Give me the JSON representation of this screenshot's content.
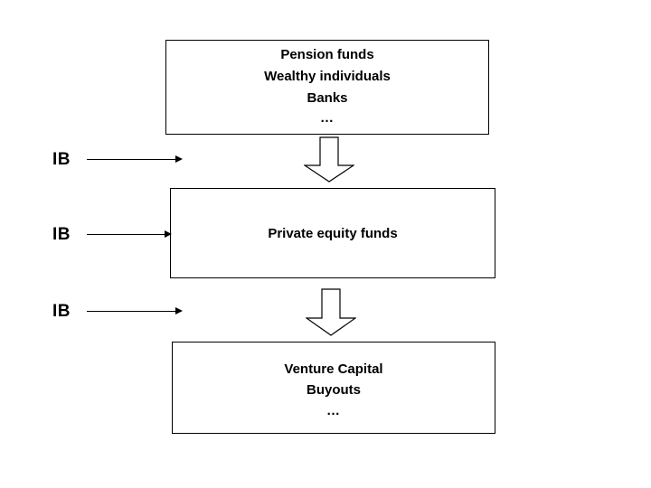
{
  "diagram": {
    "title": "Private equity fund structure flow",
    "background_color": "#ffffff",
    "line_color": "#000000"
  },
  "boxes": [
    {
      "id": "investors",
      "name": "investors-box",
      "lines": [
        "Pension funds",
        "Wealthy individuals",
        "Banks"
      ],
      "ellipsis": "…"
    },
    {
      "id": "pe-funds",
      "name": "private-equity-funds-box",
      "lines": [
        "Private equity funds"
      ],
      "ellipsis": ""
    },
    {
      "id": "investments",
      "name": "investments-box",
      "lines": [
        "Venture Capital",
        "Buyouts"
      ],
      "ellipsis": "…"
    }
  ],
  "sources": [
    {
      "label": "IB"
    },
    {
      "label": "IB"
    },
    {
      "label": "IB"
    }
  ],
  "flow_arrows": [
    {
      "name": "investors-to-funds-arrow",
      "direction": "down"
    },
    {
      "name": "funds-to-investments-arrow",
      "direction": "down"
    }
  ]
}
